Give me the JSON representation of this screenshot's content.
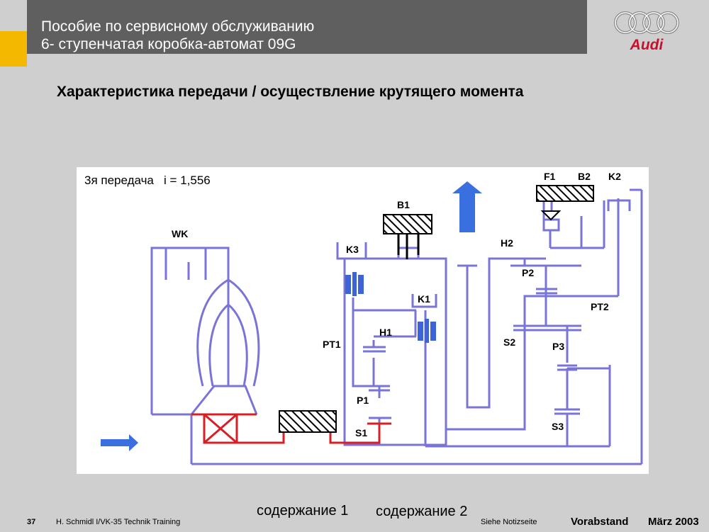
{
  "header": {
    "title_line1": "Пособие по сервисному обслуживанию",
    "title_line2": " 6- ступенчатая коробка-автомат 09G"
  },
  "brand": {
    "name": "Audi"
  },
  "heading": "Характеристика передачи / осуществление крутящего момента",
  "diagram": {
    "gear_info": "3я передача   i = 1,556",
    "labels": {
      "wk": "WK",
      "b1": "B1",
      "k3": "K3",
      "k1": "K1",
      "h1": "H1",
      "pt1": "PT1",
      "p1": "P1",
      "s1": "S1",
      "f1": "F1",
      "b2": "B2",
      "k2": "K2",
      "h2": "H2",
      "p2": "P2",
      "pt2": "PT2",
      "s2": "S2",
      "p3": "P3",
      "s3": "S3"
    },
    "colors": {
      "line": "#7a74d6",
      "active": "#d81f26",
      "clutch": "#3d63d6",
      "arrow": "#3a6fe0"
    }
  },
  "nav": {
    "contents1": "содержание 1",
    "contents2": "содержание 2"
  },
  "footer": {
    "page_number": "37",
    "author": "H. Schmidl I/VK-35  Technik Training",
    "notes": "Siehe Notizseite",
    "status": "Vorabstand",
    "date": "März 2003"
  }
}
